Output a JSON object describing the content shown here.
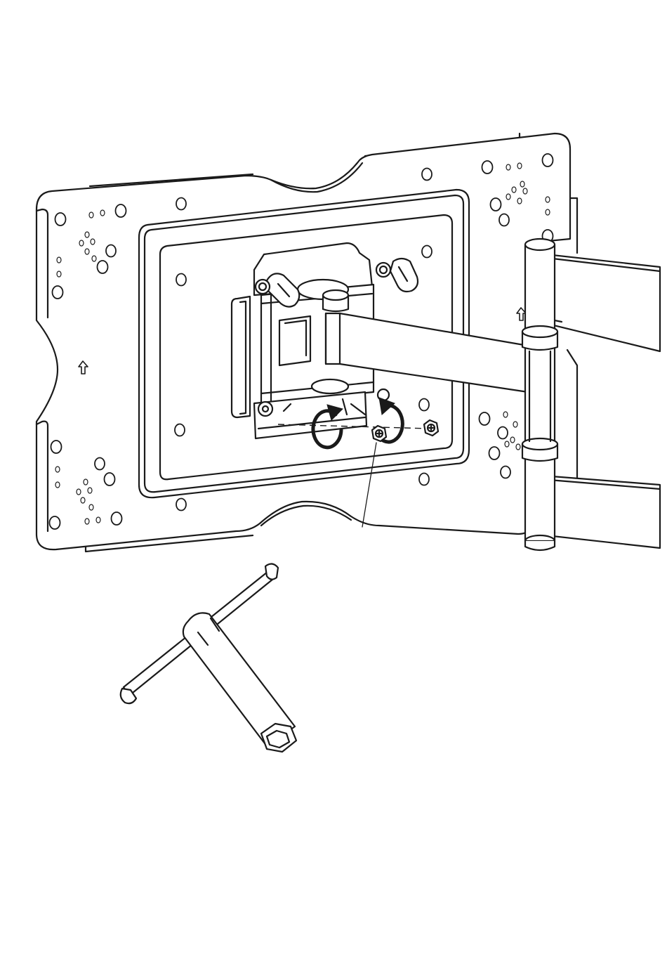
{
  "figure": {
    "colors": {
      "line": "#1a1a1a",
      "background": "#ffffff"
    },
    "parts": [
      {
        "name": "tv-mounting-plate",
        "icon": "mounting-plate"
      },
      {
        "name": "tilt-bracket",
        "icon": "tilt-bracket"
      },
      {
        "name": "articulating-arm",
        "icon": "arm"
      },
      {
        "name": "tension-bolt",
        "icon": "bolt"
      },
      {
        "name": "t-wrench",
        "icon": "hex-socket-wrench"
      }
    ],
    "indicators": [
      {
        "name": "rotate-counterclockwise-arrow",
        "icon": "curved-arrow"
      },
      {
        "name": "rotate-clockwise-arrow",
        "icon": "curved-arrow"
      },
      {
        "name": "up-arrow-left",
        "icon": "up-arrow"
      },
      {
        "name": "up-arrow-right",
        "icon": "up-arrow"
      }
    ]
  }
}
